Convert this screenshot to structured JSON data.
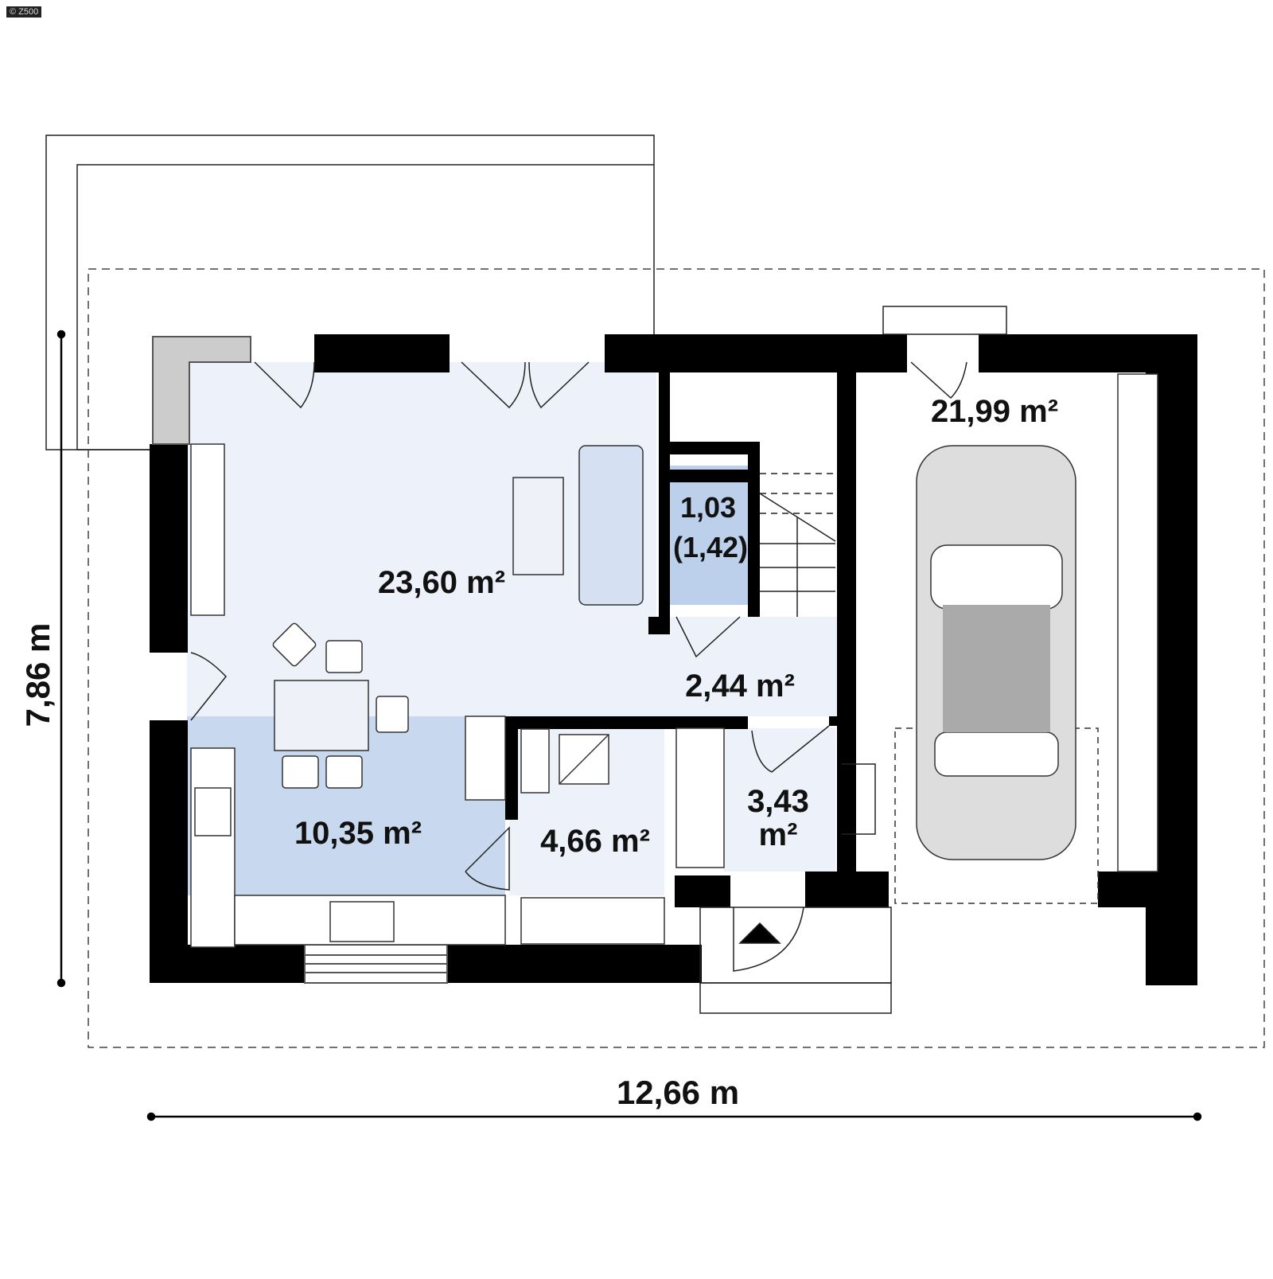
{
  "logo": "© Z500",
  "dimensions": {
    "width": "12,66 m",
    "height": "7,86 m"
  },
  "rooms": [
    {
      "id": "living",
      "area": "23,60 m²",
      "color": "#edf2fa"
    },
    {
      "id": "kitchen",
      "area": "10,35 m²",
      "color": "#c8d8ee"
    },
    {
      "id": "wc",
      "area": "1,03",
      "area_sub": "(1,42)",
      "color": "#bcd0ec"
    },
    {
      "id": "hall",
      "area": "2,44 m²",
      "color": "#edf2fa"
    },
    {
      "id": "pantry",
      "area": "4,66 m²",
      "color": "#edf2fa"
    },
    {
      "id": "vestibule",
      "area": "3,43",
      "area_sub": "m²",
      "color": "#edf2fa"
    },
    {
      "id": "garage",
      "area": "21,99 m²",
      "color": "#ffffff"
    }
  ],
  "colors": {
    "wall": "#000000",
    "furniture": "#d5e0f2",
    "line": "#222222"
  }
}
